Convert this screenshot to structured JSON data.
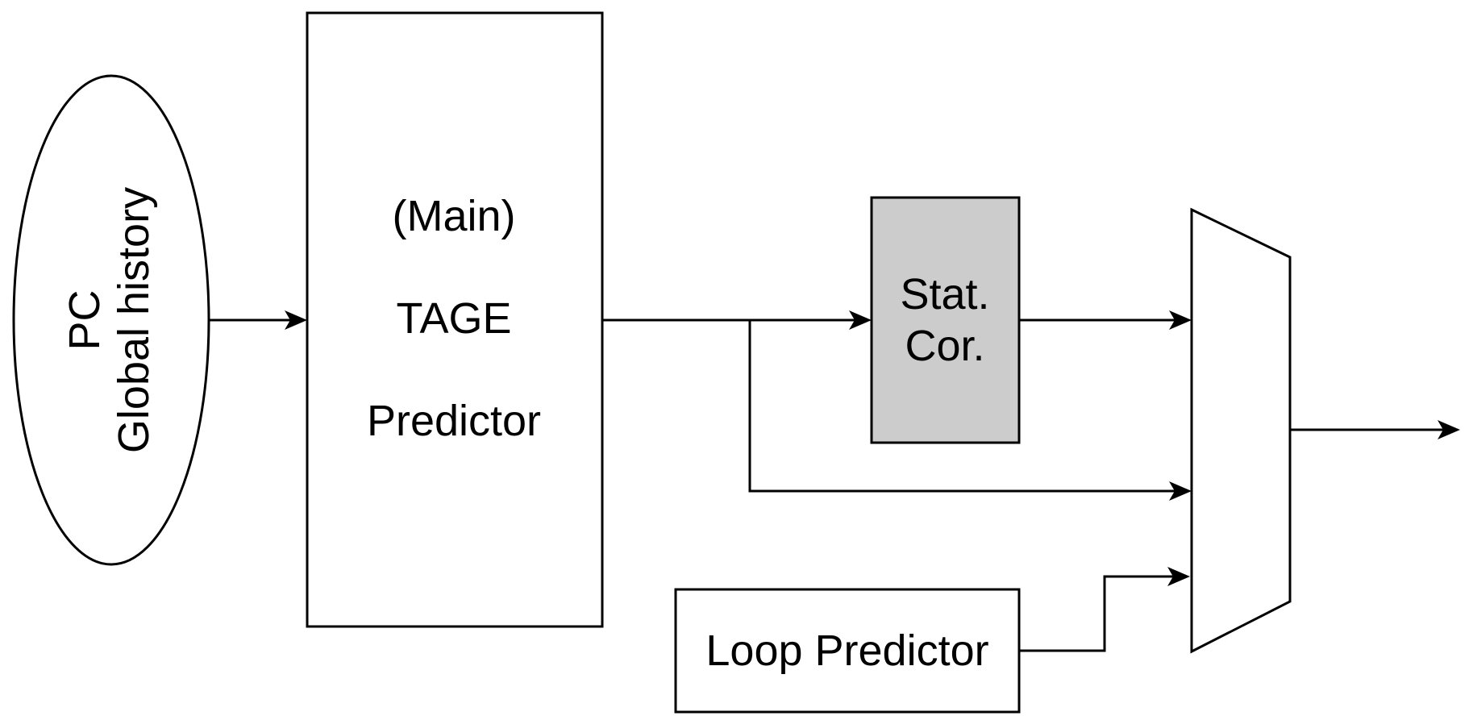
{
  "inputs": {
    "line1": "PC",
    "line2": "Global history"
  },
  "tage": {
    "line1": "(Main)",
    "line2": "TAGE",
    "line3": "Predictor"
  },
  "stat_cor": {
    "line1": "Stat.",
    "line2": "Cor.",
    "fill": "#cccccc"
  },
  "loop_predictor": {
    "label": "Loop Predictor"
  }
}
